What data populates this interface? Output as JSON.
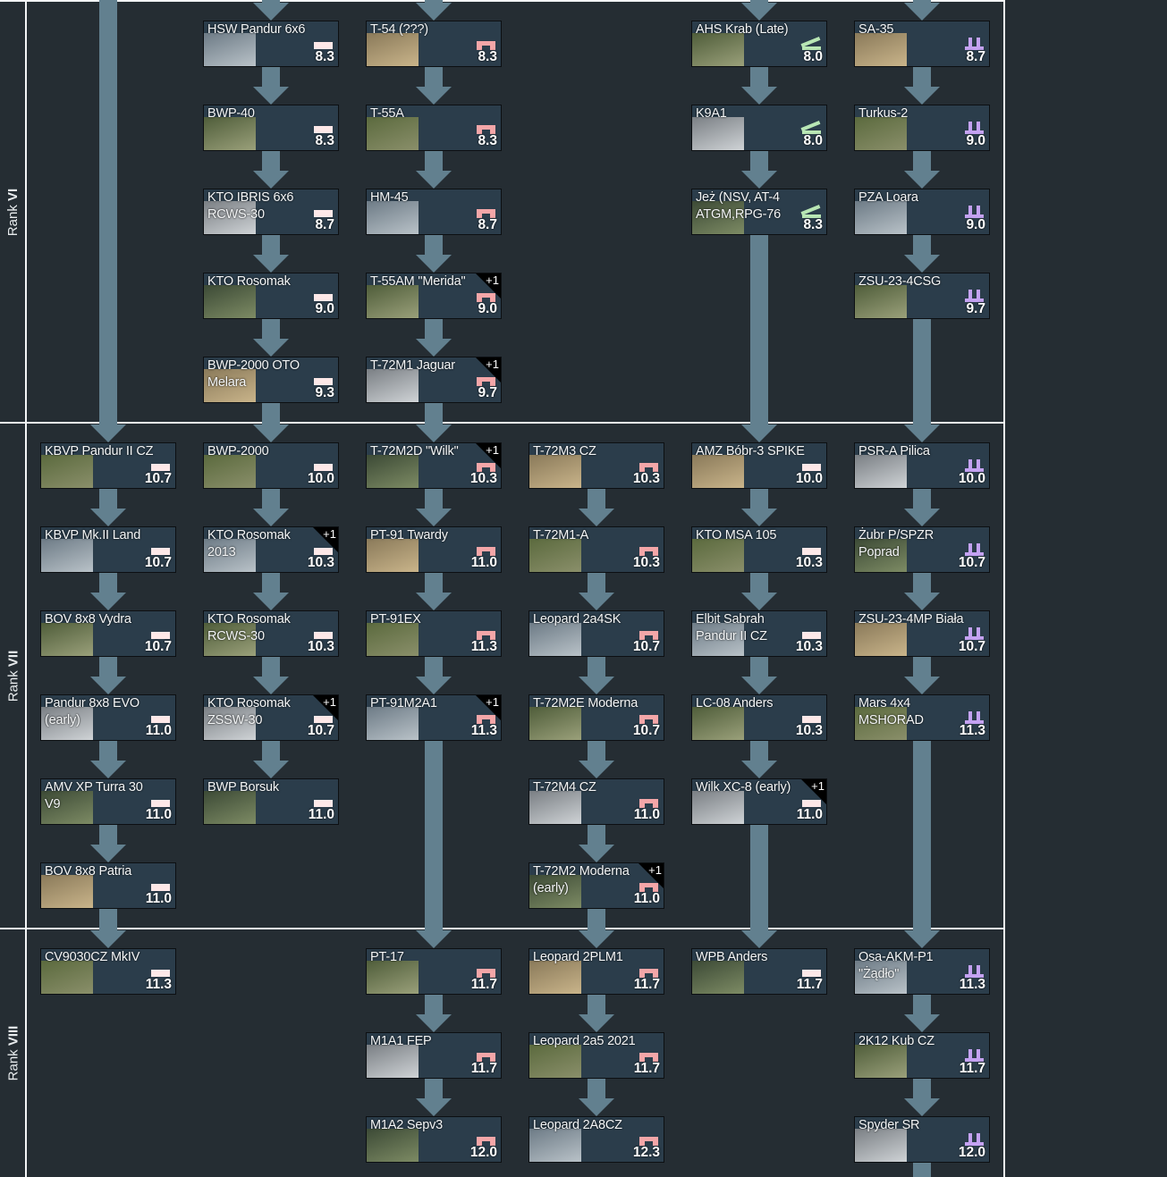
{
  "ranks": [
    {
      "prefix": "Rank ",
      "numeral": "VI"
    },
    {
      "prefix": "Rank ",
      "numeral": "VII"
    },
    {
      "prefix": "Rank ",
      "numeral": "VIII"
    }
  ],
  "colors": {
    "light": "#fde8e8",
    "medium": "#f4a6a8",
    "spg": "#b8e6b4",
    "spaa": "#c4a2f2",
    "arrow": "#62808f",
    "card": "#2b3d4b"
  },
  "vehicles": [
    {
      "col": 0,
      "rank": 1,
      "row": 0,
      "name": "KBVP Pandur II CZ",
      "type": "light",
      "br": "10.7"
    },
    {
      "col": 0,
      "rank": 1,
      "row": 1,
      "name": "KBVP Mk.II Land",
      "type": "light",
      "br": "10.7"
    },
    {
      "col": 0,
      "rank": 1,
      "row": 2,
      "name": "BOV 8x8 Vydra",
      "type": "light",
      "br": "10.7"
    },
    {
      "col": 0,
      "rank": 1,
      "row": 3,
      "name": "Pandur 8x8 EVO (early)",
      "type": "light",
      "br": "11.0"
    },
    {
      "col": 0,
      "rank": 1,
      "row": 4,
      "name": "AMV XP Turra 30 V9",
      "type": "light",
      "br": "11.0"
    },
    {
      "col": 0,
      "rank": 1,
      "row": 5,
      "name": "BOV 8x8 Patria",
      "type": "light",
      "br": "11.0"
    },
    {
      "col": 0,
      "rank": 2,
      "row": 0,
      "name": "CV9030CZ MkIV",
      "type": "light",
      "br": "11.3"
    },
    {
      "col": 1,
      "rank": 0,
      "row": 0,
      "name": "HSW Pandur 6x6",
      "type": "light",
      "br": "8.3"
    },
    {
      "col": 1,
      "rank": 0,
      "row": 1,
      "name": "BWP-40",
      "type": "light",
      "br": "8.3"
    },
    {
      "col": 1,
      "rank": 0,
      "row": 2,
      "name": "KTO IBRIS 6x6 RCWS-30",
      "type": "light",
      "br": "8.7"
    },
    {
      "col": 1,
      "rank": 0,
      "row": 3,
      "name": "KTO Rosomak",
      "type": "light",
      "br": "9.0"
    },
    {
      "col": 1,
      "rank": 0,
      "row": 4,
      "name": "BWP-2000 OTO Melara",
      "type": "light",
      "br": "9.3"
    },
    {
      "col": 1,
      "rank": 1,
      "row": 0,
      "name": "BWP-2000",
      "type": "light",
      "br": "10.0"
    },
    {
      "col": 1,
      "rank": 1,
      "row": 1,
      "name": "KTO Rosomak 2013",
      "type": "light",
      "br": "10.3",
      "bonus": "+1"
    },
    {
      "col": 1,
      "rank": 1,
      "row": 2,
      "name": "KTO Rosomak RCWS-30",
      "type": "light",
      "br": "10.3"
    },
    {
      "col": 1,
      "rank": 1,
      "row": 3,
      "name": "KTO Rosomak ZSSW-30",
      "type": "light",
      "br": "10.7",
      "bonus": "+1"
    },
    {
      "col": 1,
      "rank": 1,
      "row": 4,
      "name": "BWP Borsuk",
      "type": "light",
      "br": "11.0"
    },
    {
      "col": 2,
      "rank": 0,
      "row": 0,
      "name": "T-54 (???)",
      "type": "medium",
      "br": "8.3"
    },
    {
      "col": 2,
      "rank": 0,
      "row": 1,
      "name": "T-55A",
      "type": "medium",
      "br": "8.3"
    },
    {
      "col": 2,
      "rank": 0,
      "row": 2,
      "name": "HM-45",
      "type": "medium",
      "br": "8.7"
    },
    {
      "col": 2,
      "rank": 0,
      "row": 3,
      "name": "T-55AM \"Merida\"",
      "type": "medium",
      "br": "9.0",
      "bonus": "+1"
    },
    {
      "col": 2,
      "rank": 0,
      "row": 4,
      "name": "T-72M1 Jaguar",
      "type": "medium",
      "br": "9.7",
      "bonus": "+1"
    },
    {
      "col": 2,
      "rank": 1,
      "row": 0,
      "name": "T-72M2D \"Wilk\"",
      "type": "medium",
      "br": "10.3",
      "bonus": "+1"
    },
    {
      "col": 2,
      "rank": 1,
      "row": 1,
      "name": "PT-91 Twardy",
      "type": "medium",
      "br": "11.0"
    },
    {
      "col": 2,
      "rank": 1,
      "row": 2,
      "name": "PT-91EX",
      "type": "medium",
      "br": "11.3"
    },
    {
      "col": 2,
      "rank": 1,
      "row": 3,
      "name": "PT-91M2A1",
      "type": "medium",
      "br": "11.3",
      "bonus": "+1"
    },
    {
      "col": 2,
      "rank": 2,
      "row": 0,
      "name": "PT-17",
      "type": "medium",
      "br": "11.7"
    },
    {
      "col": 2,
      "rank": 2,
      "row": 1,
      "name": "M1A1 FEP",
      "type": "medium",
      "br": "11.7"
    },
    {
      "col": 2,
      "rank": 2,
      "row": 2,
      "name": "M1A2 Sepv3",
      "type": "medium",
      "br": "12.0"
    },
    {
      "col": 3,
      "rank": 1,
      "row": 0,
      "name": "T-72M3 CZ",
      "type": "medium",
      "br": "10.3"
    },
    {
      "col": 3,
      "rank": 1,
      "row": 1,
      "name": "T-72M1-A",
      "type": "medium",
      "br": "10.3"
    },
    {
      "col": 3,
      "rank": 1,
      "row": 2,
      "name": "Leopard 2a4SK",
      "type": "medium",
      "br": "10.7"
    },
    {
      "col": 3,
      "rank": 1,
      "row": 3,
      "name": "T-72M2E Moderna",
      "type": "medium",
      "br": "10.7"
    },
    {
      "col": 3,
      "rank": 1,
      "row": 4,
      "name": "T-72M4 CZ",
      "type": "medium",
      "br": "11.0"
    },
    {
      "col": 3,
      "rank": 1,
      "row": 5,
      "name": "T-72M2 Moderna (early)",
      "type": "medium",
      "br": "11.0",
      "bonus": "+1"
    },
    {
      "col": 3,
      "rank": 2,
      "row": 0,
      "name": "Leopard 2PLM1",
      "type": "medium",
      "br": "11.7"
    },
    {
      "col": 3,
      "rank": 2,
      "row": 1,
      "name": "Leopard 2a5 2021",
      "type": "medium",
      "br": "11.7"
    },
    {
      "col": 3,
      "rank": 2,
      "row": 2,
      "name": "Leopard 2A8CZ",
      "type": "medium",
      "br": "12.3"
    },
    {
      "col": 4,
      "rank": 0,
      "row": 0,
      "name": "AHS Krab (Late)",
      "type": "spg",
      "br": "8.0"
    },
    {
      "col": 4,
      "rank": 0,
      "row": 1,
      "name": "K9A1",
      "type": "spg",
      "br": "8.0"
    },
    {
      "col": 4,
      "rank": 0,
      "row": 2,
      "name": "Jeż (NSV, AT-4 ATGM,RPG-76",
      "type": "spg",
      "br": "8.3"
    },
    {
      "col": 4,
      "rank": 1,
      "row": 0,
      "name": "AMZ Bóbr-3 SPIKE",
      "type": "light",
      "br": "10.0"
    },
    {
      "col": 4,
      "rank": 1,
      "row": 1,
      "name": "KTO MSA 105",
      "type": "light",
      "br": "10.3"
    },
    {
      "col": 4,
      "rank": 1,
      "row": 2,
      "name": "Elbit Sabrah Pandur II CZ",
      "type": "light",
      "br": "10.3"
    },
    {
      "col": 4,
      "rank": 1,
      "row": 3,
      "name": "LC-08 Anders",
      "type": "light",
      "br": "10.3"
    },
    {
      "col": 4,
      "rank": 1,
      "row": 4,
      "name": "Wilk XC-8 (early)",
      "type": "light",
      "br": "11.0",
      "bonus": "+1"
    },
    {
      "col": 4,
      "rank": 2,
      "row": 0,
      "name": "WPB Anders",
      "type": "light",
      "br": "11.7"
    },
    {
      "col": 5,
      "rank": 0,
      "row": 0,
      "name": "SA-35",
      "type": "spaa",
      "br": "8.7"
    },
    {
      "col": 5,
      "rank": 0,
      "row": 1,
      "name": "Turkus-2",
      "type": "spaa",
      "br": "9.0"
    },
    {
      "col": 5,
      "rank": 0,
      "row": 2,
      "name": "PZA Loara",
      "type": "spaa",
      "br": "9.0"
    },
    {
      "col": 5,
      "rank": 0,
      "row": 3,
      "name": "ZSU-23-4CSG",
      "type": "spaa",
      "br": "9.7"
    },
    {
      "col": 5,
      "rank": 1,
      "row": 0,
      "name": "PSR-A Pilica",
      "type": "spaa",
      "br": "10.0"
    },
    {
      "col": 5,
      "rank": 1,
      "row": 1,
      "name": "Żubr P/SPZR Poprad",
      "type": "spaa",
      "br": "10.7"
    },
    {
      "col": 5,
      "rank": 1,
      "row": 2,
      "name": "ZSU-23-4MP Biała",
      "type": "spaa",
      "br": "10.7"
    },
    {
      "col": 5,
      "rank": 1,
      "row": 3,
      "name": "Mars 4x4 MSHORAD",
      "type": "spaa",
      "br": "11.3"
    },
    {
      "col": 5,
      "rank": 2,
      "row": 0,
      "name": "Osa-AKM-P1 \"Żądło\"",
      "type": "spaa",
      "br": "11.3"
    },
    {
      "col": 5,
      "rank": 2,
      "row": 1,
      "name": "2K12 Kub CZ",
      "type": "spaa",
      "br": "11.7"
    },
    {
      "col": 5,
      "rank": 2,
      "row": 2,
      "name": "Spyder SR",
      "type": "spaa",
      "br": "12.0"
    }
  ],
  "incoming_from_above": [
    0,
    1,
    2,
    4,
    5
  ],
  "continues_below": [
    5
  ]
}
